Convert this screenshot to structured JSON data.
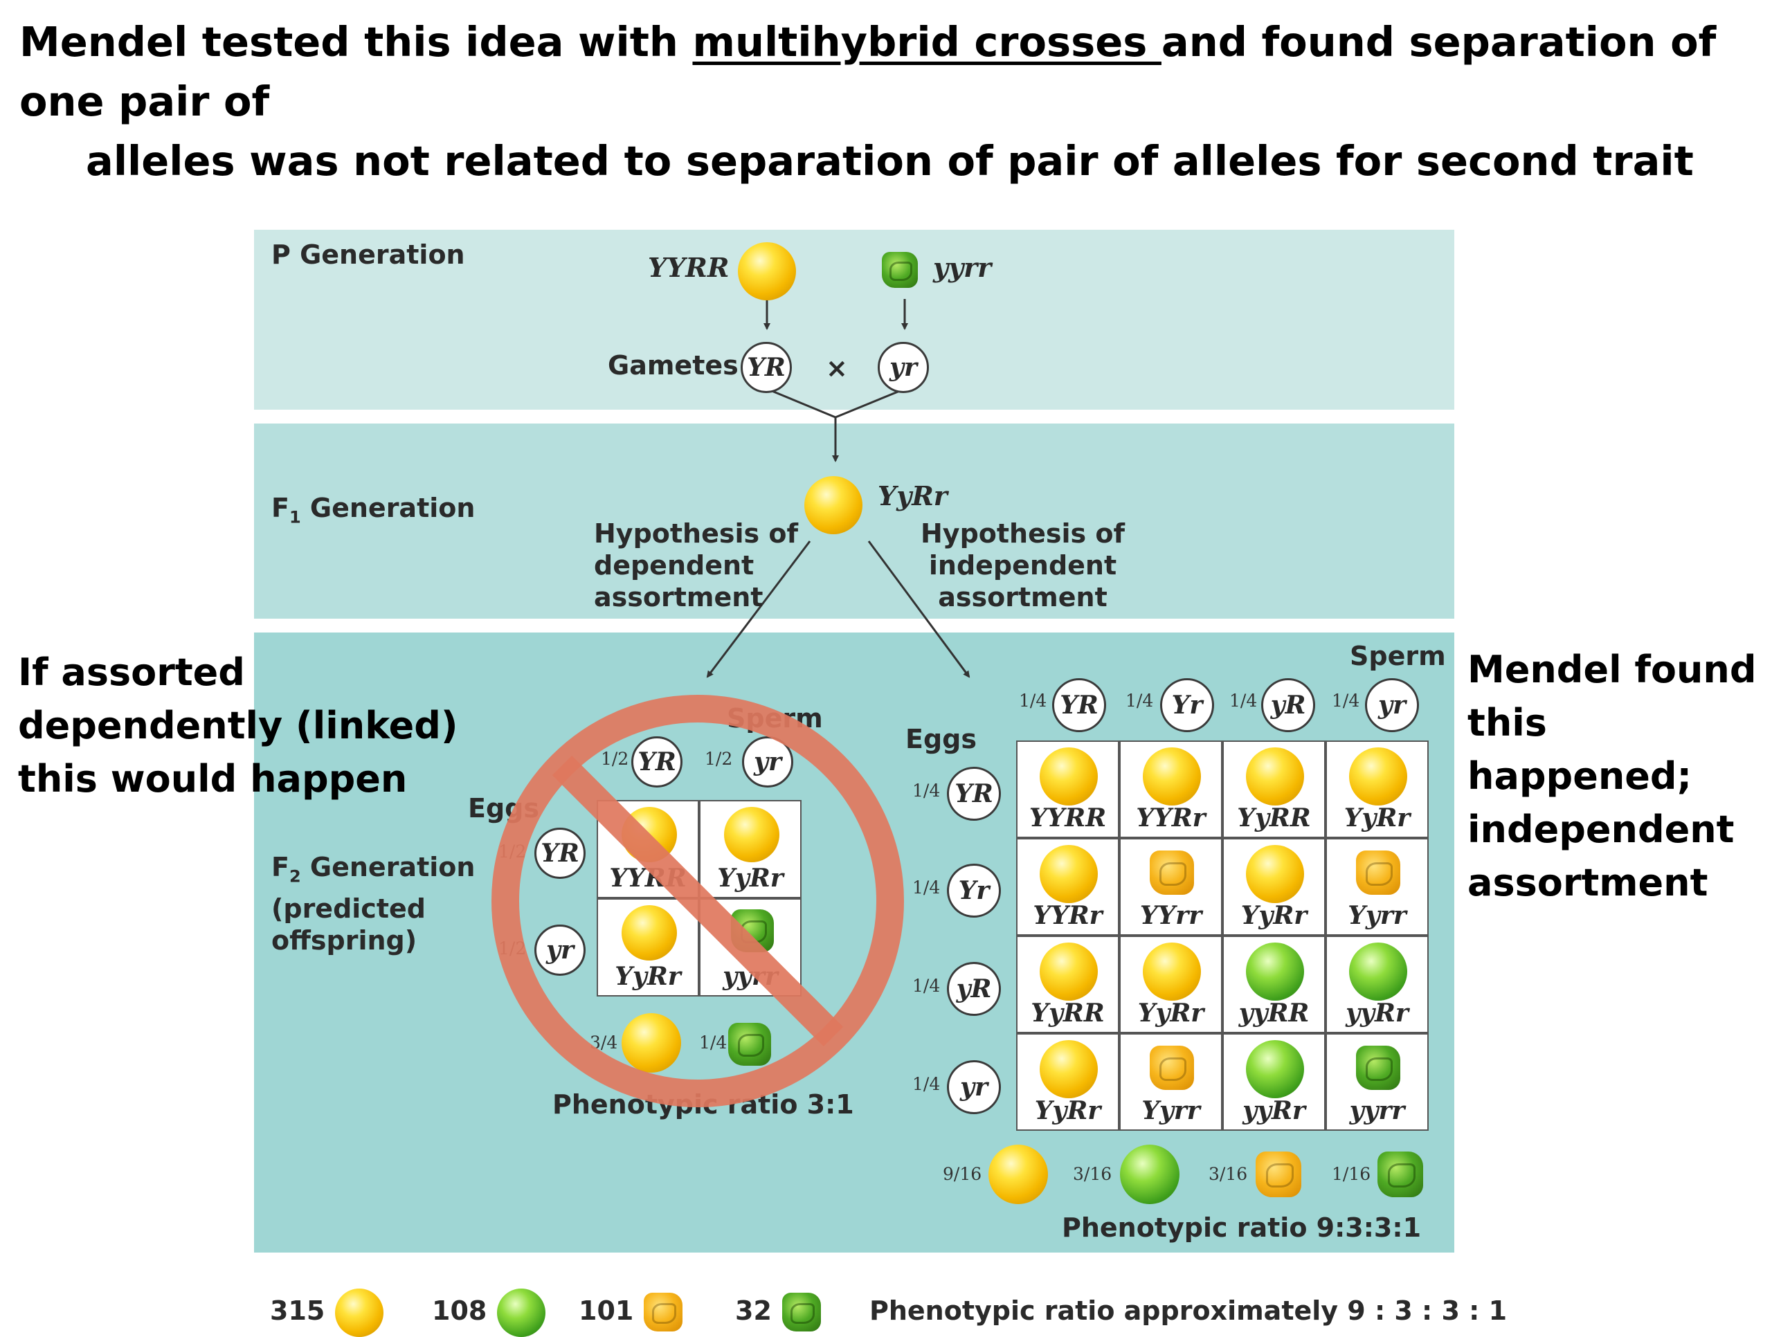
{
  "headline": {
    "part1": "Mendel tested this idea with ",
    "underlined": "multihybrid crosses ",
    "part2": "and found separation of one pair of",
    "line2": "alleles was not related to separation of pair of alleles for second trait"
  },
  "left_note": [
    "If assorted",
    "dependently (linked)",
    "this would happen"
  ],
  "right_note": [
    "Mendel found",
    "this happened;",
    "independent",
    "assortment"
  ],
  "p_generation": {
    "label": "P Generation",
    "parent1": "YYRR",
    "parent2": "yyrr",
    "gametes_label": "Gametes",
    "gamete1": "YR",
    "cross": "×",
    "gamete2": "yr"
  },
  "f1_generation": {
    "label_main": "F",
    "label_sub": "1",
    "label_rest": " Generation",
    "genotype": "YyRr",
    "hyp_dependent": [
      "Hypothesis of",
      "dependent",
      "assortment"
    ],
    "hyp_independent": [
      "Hypothesis of",
      "independent",
      "assortment"
    ]
  },
  "dependent": {
    "label_main": "F",
    "label_sub": "2",
    "label_rest": " Generation",
    "label_lines": [
      "(predicted",
      "offspring)"
    ],
    "sperm_label": "Sperm",
    "eggs_label": "Eggs",
    "sperm": [
      {
        "frac": "1/2",
        "allele": "YR"
      },
      {
        "frac": "1/2",
        "allele": "yr"
      }
    ],
    "eggs": [
      {
        "frac": "1/2",
        "allele": "YR"
      },
      {
        "frac": "1/2",
        "allele": "yr"
      }
    ],
    "cells": [
      {
        "genotype": "YYRR",
        "pea": "yellow-round"
      },
      {
        "genotype": "YyRr",
        "pea": "yellow-round"
      },
      {
        "genotype": "YyRr",
        "pea": "yellow-round"
      },
      {
        "genotype": "yyrr",
        "pea": "green-wrinkled"
      }
    ],
    "ratio_fracs": [
      "3/4",
      "1/4"
    ],
    "ratio_label": "Phenotypic ratio 3:1",
    "prohibited_icon": "prohibition-sign"
  },
  "independent": {
    "sperm_label": "Sperm",
    "eggs_label": "Eggs",
    "sperm": [
      {
        "frac": "1/4",
        "allele": "YR"
      },
      {
        "frac": "1/4",
        "allele": "Yr"
      },
      {
        "frac": "1/4",
        "allele": "yR"
      },
      {
        "frac": "1/4",
        "allele": "yr"
      }
    ],
    "eggs": [
      {
        "frac": "1/4",
        "allele": "YR"
      },
      {
        "frac": "1/4",
        "allele": "Yr"
      },
      {
        "frac": "1/4",
        "allele": "yR"
      },
      {
        "frac": "1/4",
        "allele": "yr"
      }
    ],
    "cells": [
      [
        {
          "genotype": "YYRR",
          "pea": "yellow-round"
        },
        {
          "genotype": "YYRr",
          "pea": "yellow-round"
        },
        {
          "genotype": "YyRR",
          "pea": "yellow-round"
        },
        {
          "genotype": "YyRr",
          "pea": "yellow-round"
        }
      ],
      [
        {
          "genotype": "YYRr",
          "pea": "yellow-round"
        },
        {
          "genotype": "YYrr",
          "pea": "yellow-wrinkled"
        },
        {
          "genotype": "YyRr",
          "pea": "yellow-round"
        },
        {
          "genotype": "Yyrr",
          "pea": "yellow-wrinkled"
        }
      ],
      [
        {
          "genotype": "YyRR",
          "pea": "yellow-round"
        },
        {
          "genotype": "YyRr",
          "pea": "yellow-round"
        },
        {
          "genotype": "yyRR",
          "pea": "green-round"
        },
        {
          "genotype": "yyRr",
          "pea": "green-round"
        }
      ],
      [
        {
          "genotype": "YyRr",
          "pea": "yellow-round"
        },
        {
          "genotype": "Yyrr",
          "pea": "yellow-wrinkled"
        },
        {
          "genotype": "yyRr",
          "pea": "green-round"
        },
        {
          "genotype": "yyrr",
          "pea": "green-wrinkled"
        }
      ]
    ],
    "ratio_items": [
      {
        "frac": "9/16",
        "pea": "yellow-round"
      },
      {
        "frac": "3/16",
        "pea": "green-round"
      },
      {
        "frac": "3/16",
        "pea": "yellow-wrinkled"
      },
      {
        "frac": "1/16",
        "pea": "green-wrinkled"
      }
    ],
    "ratio_label": "Phenotypic ratio 9:3:3:1"
  },
  "observed": {
    "counts": [
      {
        "count": "315",
        "pea": "yellow-round"
      },
      {
        "count": "108",
        "pea": "green-round"
      },
      {
        "count": "101",
        "pea": "yellow-wrinkled"
      },
      {
        "count": "32",
        "pea": "green-wrinkled"
      }
    ],
    "ratio_label": "Phenotypic ratio approximately 9 : 3 : 3 : 1"
  },
  "colors": {
    "band_light": "#cde8e6",
    "band_dark": "#9fd6d4",
    "prohibition": "#e0785e"
  }
}
